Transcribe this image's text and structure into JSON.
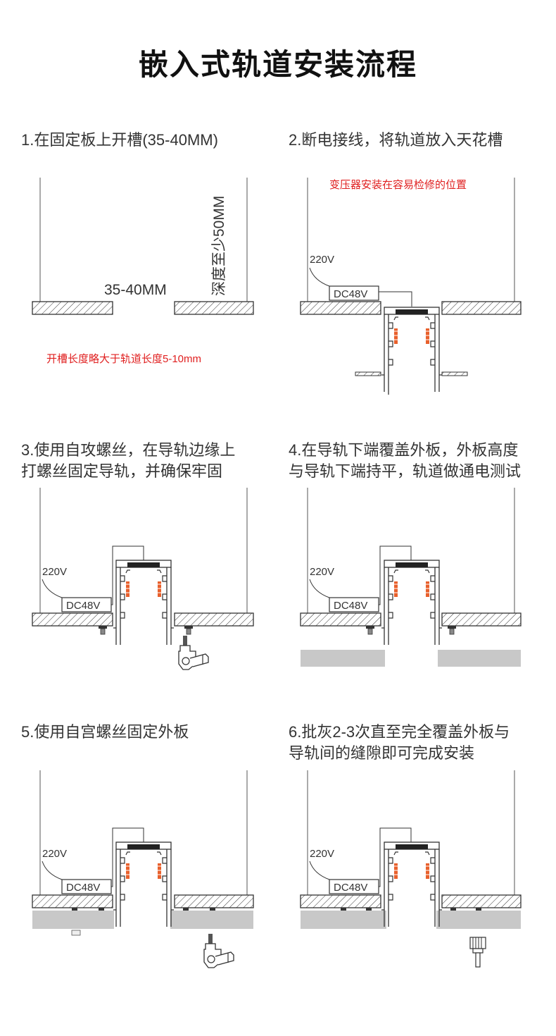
{
  "title": "嵌入式轨道安装流程",
  "steps": [
    {
      "line1": "1.在固定板上开槽(35-40MM)",
      "line2": ""
    },
    {
      "line1": "2.断电接线，将轨道放入天花槽",
      "line2": ""
    },
    {
      "line1": "3.使用自攻螺丝，在导轨边缘上",
      "line2": "打螺丝固定导轨，并确保牢固"
    },
    {
      "line1": "4.在导轨下端覆盖外板，外板高度",
      "line2": "与导轨下端持平，轨道做通电测试"
    },
    {
      "line1": "5.使用自宫螺丝固定外板",
      "line2": ""
    },
    {
      "line1": "6.批灰2-3次直至完全覆盖外板与",
      "line2": "导轨间的缝隙即可完成安装"
    }
  ],
  "notes": {
    "groove_length": "开槽长度略大于轨道长度5-10mm",
    "transformer": "变压器安装在容易检修的位置"
  },
  "labels": {
    "gap_width": "35-40MM",
    "depth": "深度至少50MM",
    "voltage_in": "220V",
    "driver": "DC48V"
  },
  "colors": {
    "accent_red": "#e02020",
    "contact_orange": "#e8602c",
    "panel_gray": "#c8c8c8"
  }
}
